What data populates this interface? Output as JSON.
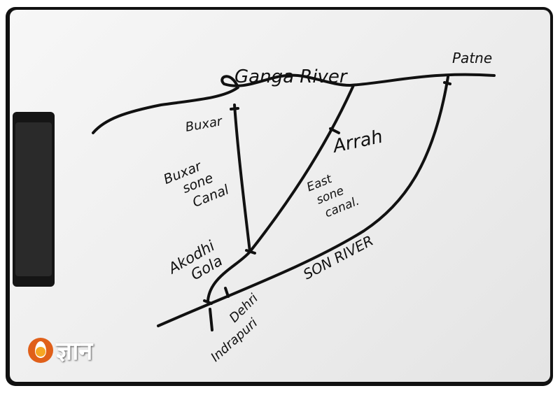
{
  "labels": {
    "ganga_river": "Ganga River",
    "patna": "Patne",
    "buxar": "Buxar",
    "arrah": "Arrah",
    "buxar_canal": [
      "Buxar",
      "sone",
      "Canal"
    ],
    "east_canal": [
      "East",
      "sone",
      "canal."
    ],
    "akodhi": [
      "Akodhi",
      "Gola"
    ],
    "son_river": "SON RIVER",
    "dehri": "Dehri",
    "indrapuri": "Indrapuri"
  },
  "logo": {
    "text": "ज्ञान",
    "colors": {
      "outer": "#e0601a",
      "inner": "#f6a623"
    }
  }
}
